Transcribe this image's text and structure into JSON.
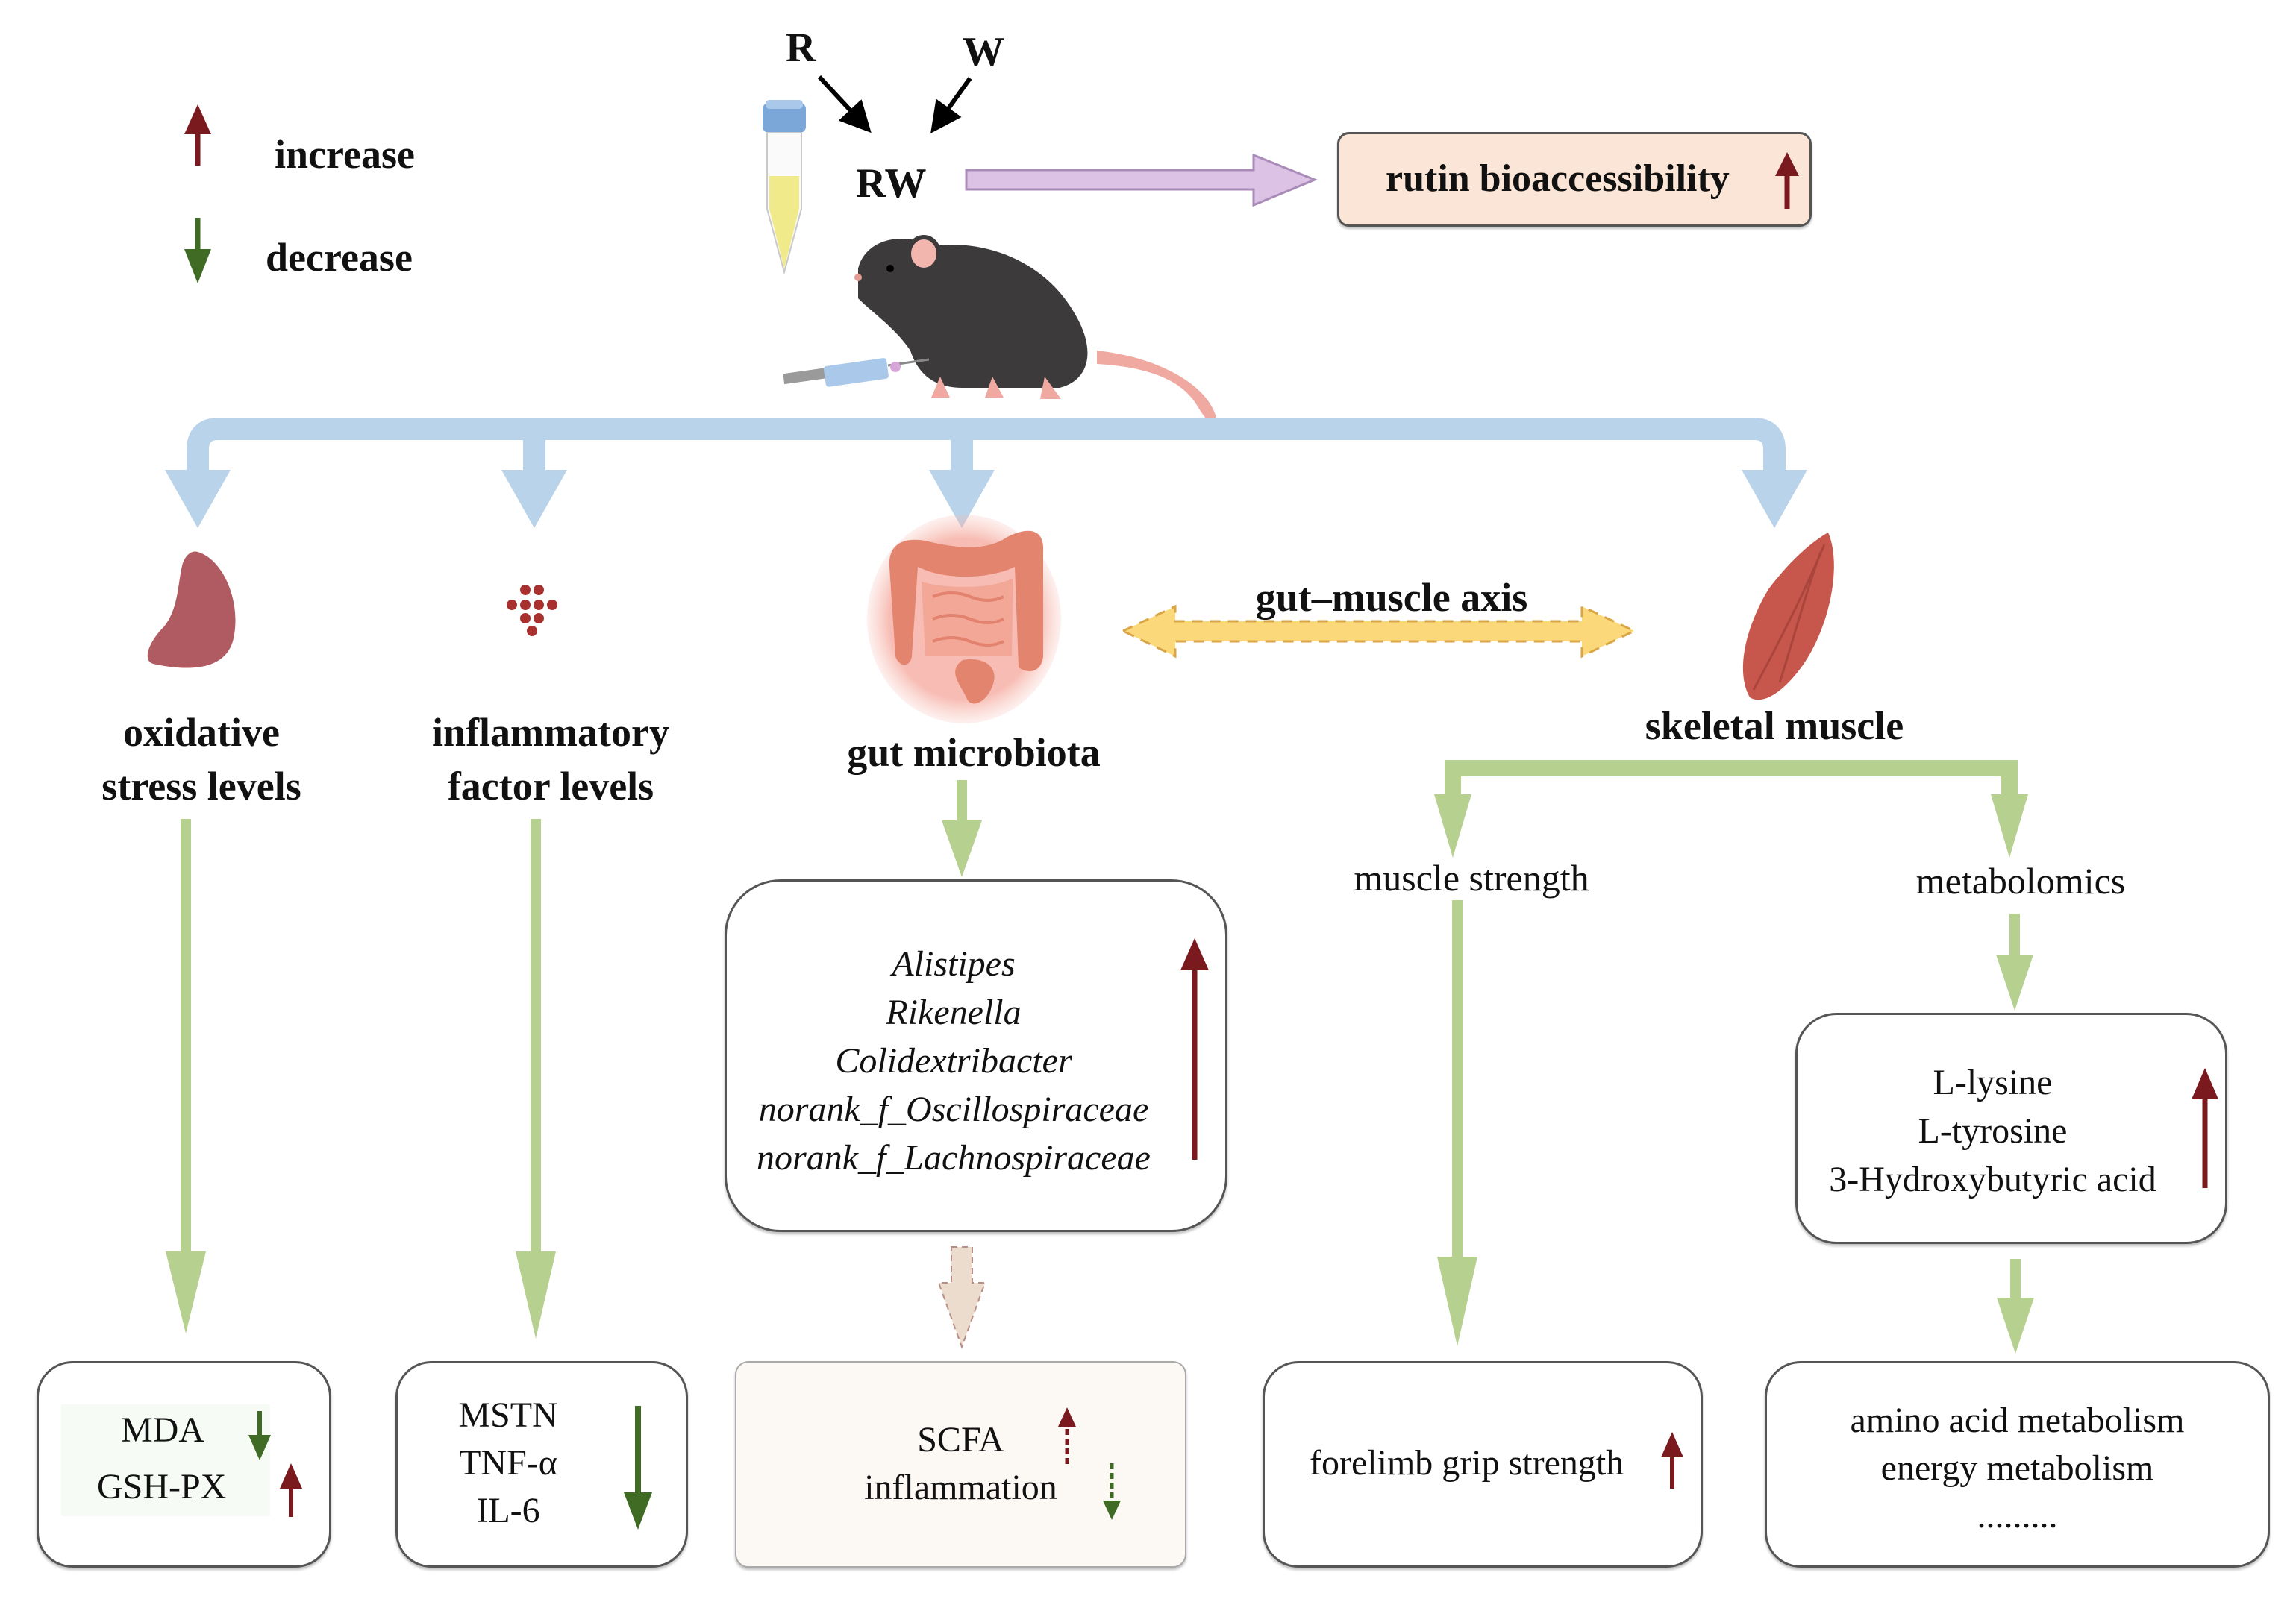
{
  "legend": {
    "increase_label": "increase",
    "decrease_label": "decrease",
    "increase_color": "#7a1a1e",
    "decrease_color": "#3f6b25"
  },
  "intervention": {
    "input_a": "R",
    "input_b": "W",
    "combined": "RW",
    "outcome_label": "rutin bioaccessibility",
    "outcome_direction": "increase"
  },
  "branches": [
    {
      "id": "oxidative",
      "title_lines": [
        "oxidative",
        "stress levels"
      ],
      "organ_icon": "spleen-icon"
    },
    {
      "id": "inflammatory",
      "title_lines": [
        "inflammatory",
        "factor levels"
      ],
      "organ_icon": "blood-cells-icon"
    },
    {
      "id": "gut",
      "title_lines": [
        "gut microbiota"
      ],
      "organ_icon": "intestine-icon"
    },
    {
      "id": "muscle",
      "title_lines": [
        "skeletal muscle"
      ],
      "organ_icon": "muscle-icon"
    }
  ],
  "axis_label": "gut–muscle axis",
  "microbiota_box": {
    "genera": [
      "Alistipes",
      "Rikenella",
      "Colidextribacter",
      "norank_f_Oscillospiraceae",
      "norank_f_Lachnospiraceae"
    ],
    "direction": "increase"
  },
  "muscle_subbranches": {
    "strength_label": "muscle strength",
    "metabolomics_label": "metabolomics"
  },
  "metabolite_box": {
    "items": [
      "L-lysine",
      "L-tyrosine",
      "3-Hydroxybutyric acid"
    ],
    "direction": "increase"
  },
  "outcome_boxes": [
    {
      "id": "oxidative",
      "items": [
        {
          "text": "MDA",
          "direction": "decrease"
        },
        {
          "text": "GSH-PX",
          "direction": "increase"
        }
      ]
    },
    {
      "id": "inflammatory",
      "items": [
        "MSTN",
        "TNF-α",
        "IL-6"
      ],
      "direction": "decrease"
    },
    {
      "id": "scfa",
      "items": [
        {
          "text": "SCFA",
          "direction": "increase"
        },
        {
          "text": "inflammation",
          "direction": "decrease"
        }
      ],
      "style": "dashed-arrows"
    },
    {
      "id": "grip",
      "items": [
        "forelimb grip strength"
      ],
      "direction": "increase"
    },
    {
      "id": "metabolism",
      "items": [
        "amino acid metabolism",
        "energy metabolism",
        "........."
      ]
    }
  ],
  "colors": {
    "blue_arrow": "#b8d3ea",
    "green_arrow": "#b5d08f",
    "purple_arrow": "#dcc3e6",
    "purple_arrow_stroke": "#a98bb8",
    "axis_arrow_fill": "#fbd97a",
    "axis_arrow_stroke": "#d9a545",
    "rutin_box_bg": "#fbe5d6",
    "scfa_box_bg": "#fcf9f5",
    "dashed_arrow_fill": "#ecdccd"
  }
}
